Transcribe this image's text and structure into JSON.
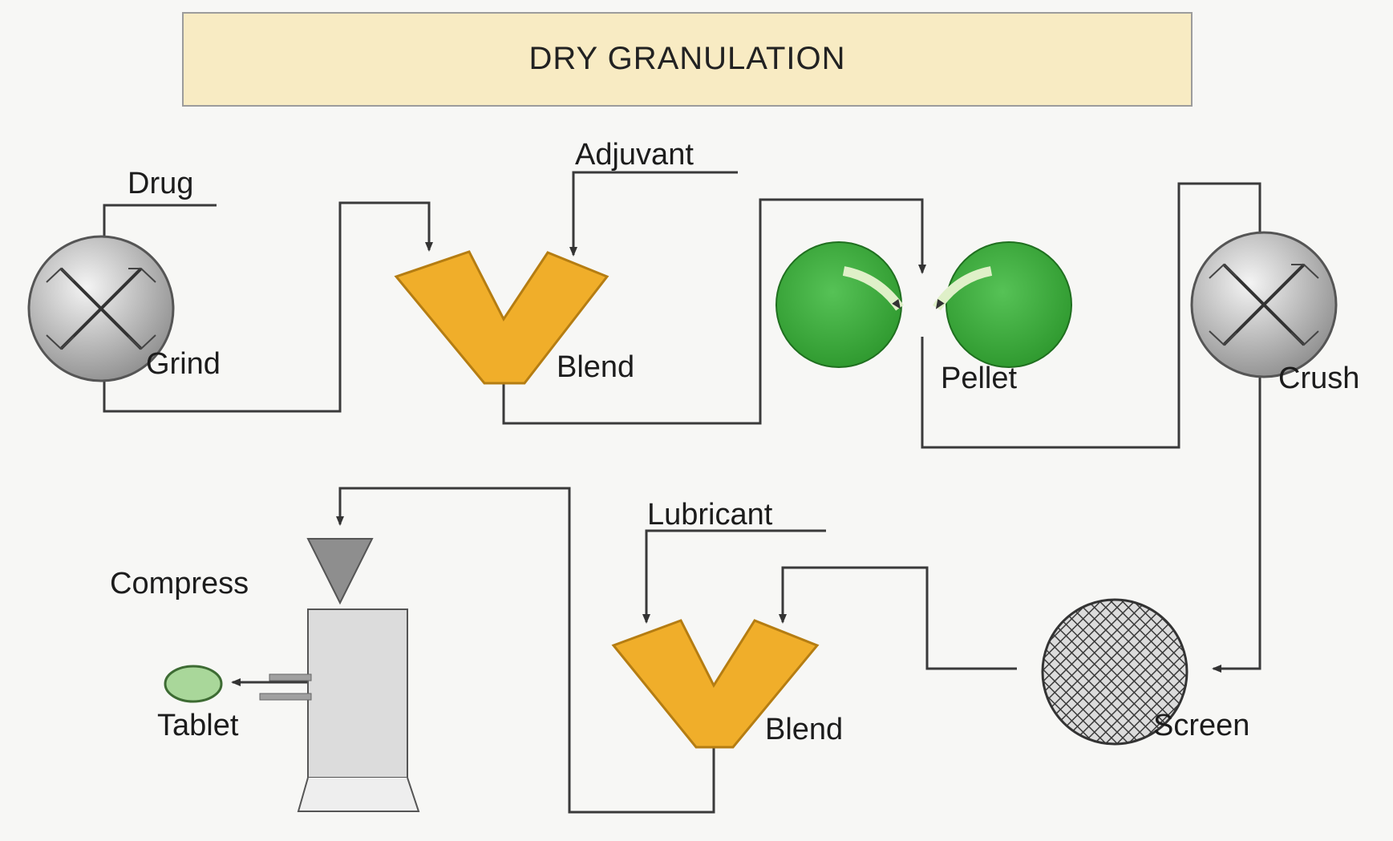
{
  "title": "DRY GRANULATION",
  "steps": {
    "drug": "Drug",
    "grind": "Grind",
    "adjuvant": "Adjuvant",
    "blend1": "Blend",
    "pellet": "Pellet",
    "crush": "Crush",
    "screen": "Screen",
    "lubricant": "Lubricant",
    "blend2": "Blend",
    "compress": "Compress",
    "tablet": "Tablet"
  },
  "colors": {
    "title_box": "#f8ebc3",
    "blender": "#f0ae2a",
    "pellet_roller": "#3aab3a",
    "mill": "#bdbdbd",
    "tablet": "#a9d79a",
    "press": "#d9d9d9"
  }
}
